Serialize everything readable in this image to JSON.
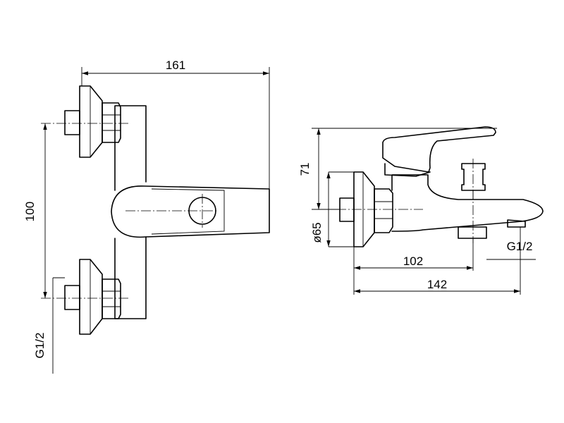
{
  "dimensions": {
    "front_width": "161",
    "front_spacing": "100",
    "front_thread": "G1/2",
    "side_height": "71",
    "side_diameter": "ø65",
    "side_outlet": "102",
    "side_depth": "142",
    "side_thread": "G1/2"
  }
}
